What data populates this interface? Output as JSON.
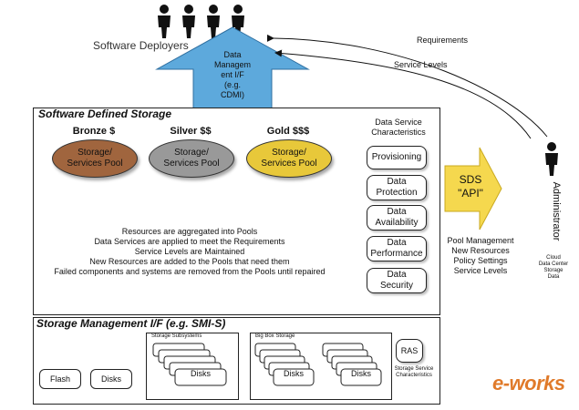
{
  "deployers": {
    "label": "Software Deployers",
    "count": 4
  },
  "data_mgmt_arrow": {
    "lines": [
      "Data",
      "Managem",
      "ent I/F",
      "(e.g.",
      "CDMI)"
    ],
    "color": "#5da9dc"
  },
  "flows": {
    "requirements": "Requirements",
    "service_levels": "Service Levels"
  },
  "sds": {
    "title": "Software Defined Storage",
    "tiers": [
      {
        "name": "Bronze $",
        "pool": [
          "Storage/",
          "Services Pool"
        ],
        "color": "#a0653e"
      },
      {
        "name": "Silver $$",
        "pool": [
          "Storage/",
          "Services Pool"
        ],
        "color": "#999999"
      },
      {
        "name": "Gold $$$",
        "pool": [
          "Storage/",
          "Services Pool"
        ],
        "color": "#e8c83a"
      }
    ],
    "statements": [
      "Resources are aggregated into Pools",
      "Data Services are applied to meet the Requirements",
      "Service Levels are Maintained",
      "New Resources are added to the Pools that need them",
      "Failed components and systems are removed from the Pools until repaired"
    ],
    "characteristics_title": [
      "Data Service",
      "Characteristics"
    ],
    "characteristics": [
      [
        "Provisioning"
      ],
      [
        "Data",
        "Protection"
      ],
      [
        "Data",
        "Availability"
      ],
      [
        "Data",
        "Performance"
      ],
      [
        "Data",
        "Security"
      ]
    ]
  },
  "sds_api": {
    "lines": [
      "SDS",
      "\"API\""
    ],
    "color": "#f5d84e"
  },
  "pool_mgmt": [
    "Pool Management",
    "New Resources",
    "Policy Settings",
    "Service Levels"
  ],
  "administrator": {
    "label": "Administrator",
    "notes": [
      "Cloud",
      "Data Center",
      "Storage",
      "Data"
    ]
  },
  "smi": {
    "title": "Storage Management I/F (e.g. SMI-S)",
    "flash": "Flash",
    "disks": "Disks",
    "subsystems_title": "Storage Subsystems",
    "subsystems_disks": "Disks",
    "bigbox_title": "Big Box Storage",
    "bigbox_disks_a": "Disks",
    "bigbox_disks_b": "Disks",
    "ras": "RAS",
    "ras_note": [
      "Storage Service",
      "Characteristics"
    ]
  },
  "watermark": {
    "text": "e-works",
    "color": "#e07a2a"
  }
}
